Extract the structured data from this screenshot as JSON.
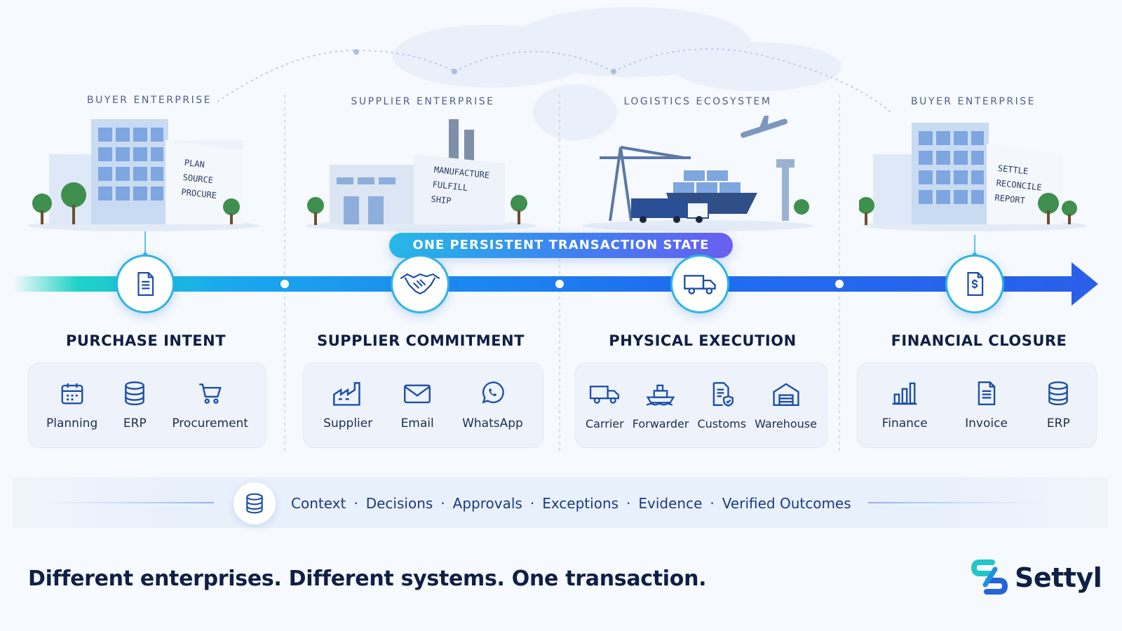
{
  "colors": {
    "accent_teal": "#1fd3c6",
    "accent_blue": "#1e6ff0",
    "accent_purple": "#6a5ff0",
    "navy": "#0f1f45",
    "icon_blue": "#1d4fa8"
  },
  "entities": [
    {
      "label": "BUYER ENTERPRISE",
      "building_text": [
        "PLAN",
        "SOURCE",
        "PROCURE"
      ]
    },
    {
      "label": "SUPPLIER ENTERPRISE",
      "building_text": [
        "MANUFACTURE",
        "FULFILL",
        "SHIP"
      ]
    },
    {
      "label": "LOGISTICS ECOSYSTEM",
      "building_text": []
    },
    {
      "label": "BUYER ENTERPRISE",
      "building_text": [
        "SETTLE",
        "RECONCILE",
        "REPORT"
      ]
    }
  ],
  "state_banner": "ONE PERSISTENT TRANSACTION STATE",
  "stages": [
    {
      "title": "PURCHASE INTENT",
      "icon": "document-icon",
      "items": [
        {
          "label": "Planning",
          "icon": "calendar-icon"
        },
        {
          "label": "ERP",
          "icon": "database-icon"
        },
        {
          "label": "Procurement",
          "icon": "cart-icon"
        }
      ]
    },
    {
      "title": "SUPPLIER COMMITMENT",
      "icon": "handshake-icon",
      "items": [
        {
          "label": "Supplier",
          "icon": "factory-icon"
        },
        {
          "label": "Email",
          "icon": "envelope-icon"
        },
        {
          "label": "WhatsApp",
          "icon": "whatsapp-icon"
        }
      ]
    },
    {
      "title": "PHYSICAL EXECUTION",
      "icon": "truck-icon",
      "items": [
        {
          "label": "Carrier",
          "icon": "truck-icon"
        },
        {
          "label": "Forwarder",
          "icon": "ship-icon"
        },
        {
          "label": "Customs",
          "icon": "customs-icon"
        },
        {
          "label": "Warehouse",
          "icon": "warehouse-icon"
        }
      ]
    },
    {
      "title": "FINANCIAL CLOSURE",
      "icon": "invoice-dollar-icon",
      "items": [
        {
          "label": "Finance",
          "icon": "bar-chart-icon"
        },
        {
          "label": "Invoice",
          "icon": "document-icon"
        },
        {
          "label": "ERP",
          "icon": "database-icon"
        }
      ]
    }
  ],
  "context_items": [
    "Context",
    "Decisions",
    "Approvals",
    "Exceptions",
    "Evidence",
    "Verified Outcomes"
  ],
  "context_separator": "·",
  "tagline": "Different enterprises. Different systems. One transaction.",
  "brand": "Settyl"
}
